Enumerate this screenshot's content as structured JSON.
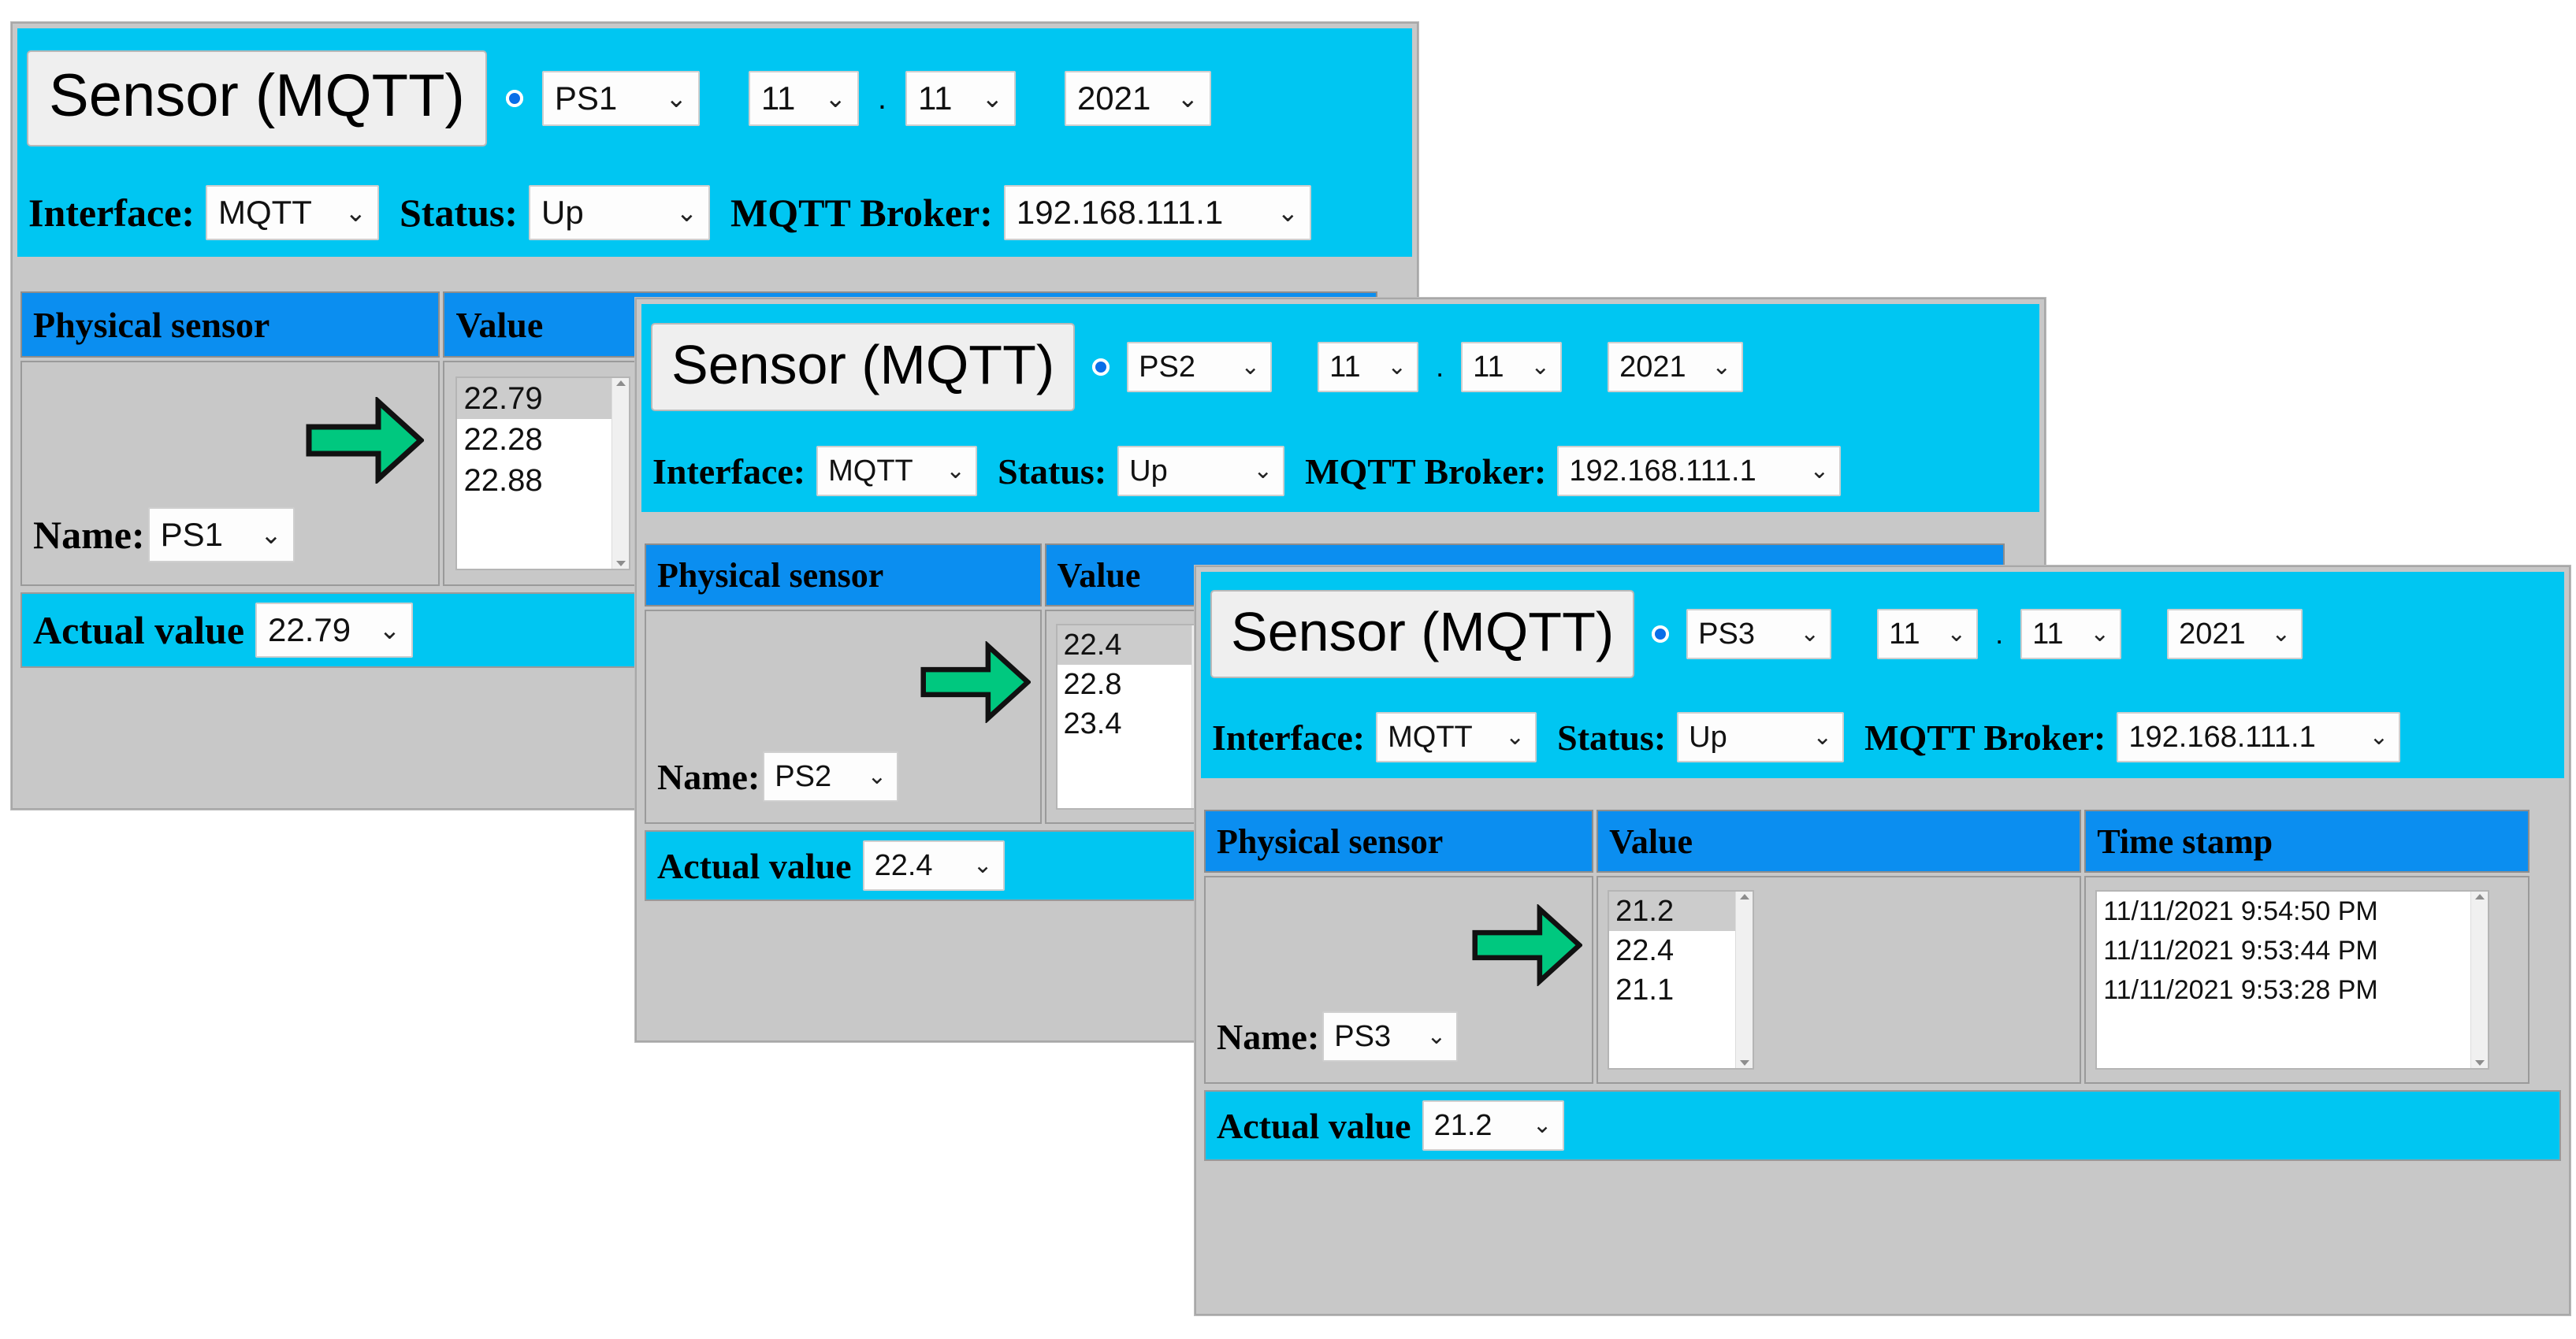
{
  "app": {
    "title": "Sensor (MQTT)",
    "radio_icon": "radio-selected-icon",
    "chevron_icon": "chevron-down-icon",
    "arrow_icon": "green-right-arrow-icon",
    "date_separator": ".",
    "colors": {
      "panel_cyan": "#00c6f2",
      "header_blue": "#0b8ef0",
      "window_gray": "#c8c8c8",
      "arrow_green": "#00c87f",
      "radio_blue": "#0a6ee8"
    }
  },
  "labels": {
    "interface": "Interface:",
    "status": "Status:",
    "broker": "MQTT Broker:",
    "name": "Name:",
    "actual_value": "Actual value"
  },
  "columns": {
    "physical_sensor": "Physical sensor",
    "value": "Value",
    "time_stamp": "Time stamp"
  },
  "windows": [
    {
      "id": "win1",
      "title": "Sensor (MQTT)",
      "sensor_select": "PS1",
      "day_select": "11",
      "month_select": "11",
      "year_select": "2021",
      "interface_select": "MQTT",
      "status_select": "Up",
      "broker_select": "192.168.111.1",
      "name_select": "PS1",
      "values": [
        "22.79",
        "22.28",
        "22.88"
      ],
      "selected_value": "22.79",
      "timestamps": [],
      "actual_value": "22.79"
    },
    {
      "id": "win2",
      "title": "Sensor (MQTT)",
      "sensor_select": "PS2",
      "day_select": "11",
      "month_select": "11",
      "year_select": "2021",
      "interface_select": "MQTT",
      "status_select": "Up",
      "broker_select": "192.168.111.1",
      "name_select": "PS2",
      "values": [
        "22.4",
        "22.8",
        "23.4"
      ],
      "selected_value": "22.4",
      "timestamps": [],
      "actual_value": "22.4"
    },
    {
      "id": "win3",
      "title": "Sensor (MQTT)",
      "sensor_select": "PS3",
      "day_select": "11",
      "month_select": "11",
      "year_select": "2021",
      "interface_select": "MQTT",
      "status_select": "Up",
      "broker_select": "192.168.111.1",
      "name_select": "PS3",
      "values": [
        "21.2",
        "22.4",
        "21.1"
      ],
      "selected_value": "21.2",
      "timestamps": [
        "11/11/2021 9:54:50 PM",
        "11/11/2021 9:53:44 PM",
        "11/11/2021 9:53:28 PM"
      ],
      "actual_value": "21.2"
    }
  ]
}
